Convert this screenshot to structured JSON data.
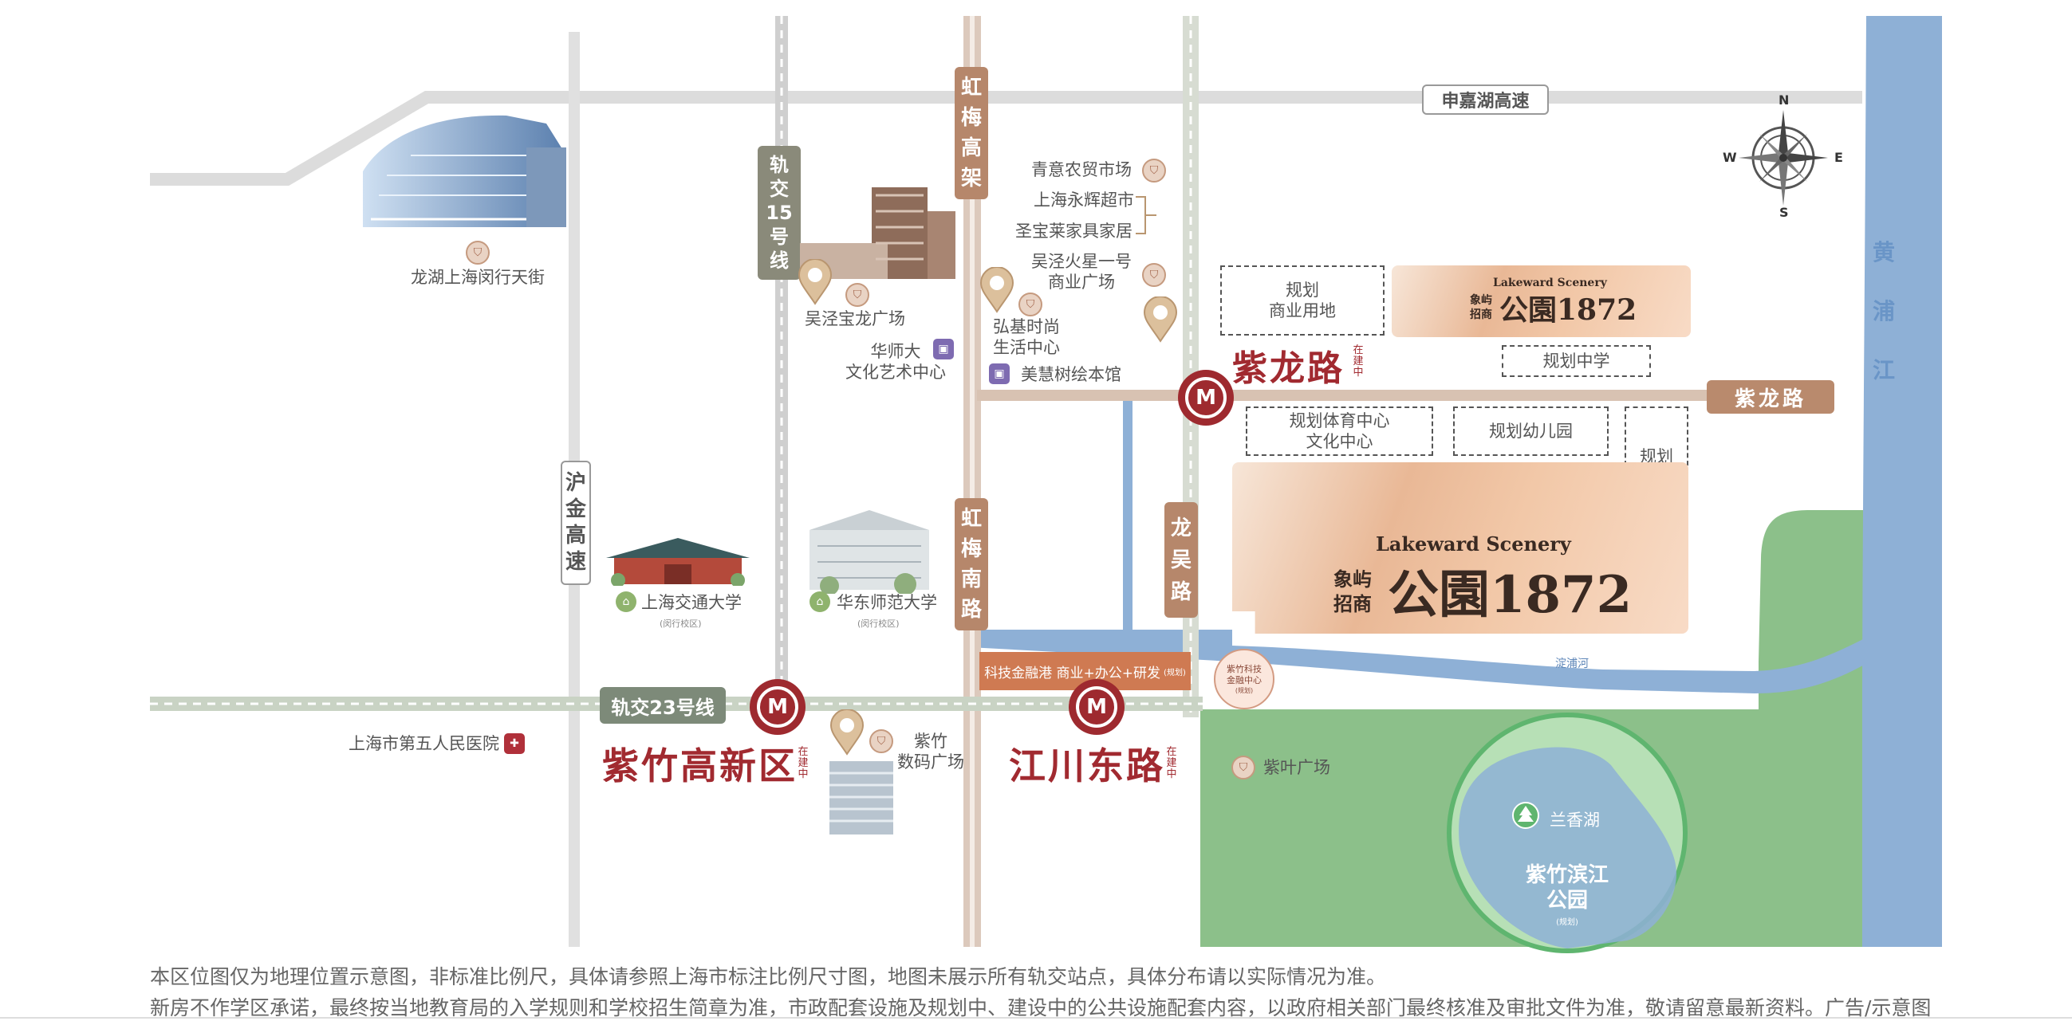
{
  "roads": {
    "shenjiahu": "申嘉湖高速",
    "hujin": [
      "沪",
      "金",
      "高",
      "速"
    ],
    "line15": [
      "轨",
      "交",
      "15",
      "号",
      "线"
    ],
    "hongmei_gaojia": [
      "虹",
      "梅",
      "高",
      "架"
    ],
    "hongmei_nan": [
      "虹",
      "梅",
      "南",
      "路"
    ],
    "longwu": [
      "龙",
      "吴",
      "路"
    ],
    "zilong": "紫龙路",
    "line23": "轨交23号线",
    "line23_note": "在建中",
    "huangpu": [
      "黄",
      "浦",
      "江"
    ],
    "canal": "淀浦河"
  },
  "pois": {
    "longhu": "龙湖上海闵行天街",
    "baolong": "吴泾宝龙广场",
    "huashida": "华师大\n文化艺术中心",
    "qingyi": "青意农贸市场",
    "yonghui": "上海永辉超市",
    "shengbaolai": "圣宝莱家具家居",
    "wujing_huoxing": "吴泾火星一号\n商业广场",
    "hongji": "弘基时尚\n生活中心",
    "meihui": "美慧树绘本馆",
    "sjtu": "上海交通大学",
    "sjtu_sub": "(闵行校区)",
    "ecnu": "华东师范大学",
    "ecnu_sub": "(闵行校区)",
    "hospital": "上海市第五人民医院",
    "zizhu_digital": "紫竹\n数码广场",
    "zizhu_keji": "紫竹科技\n金融中心",
    "zizhu_keji_sub": "(规划)",
    "keji_jinrong": "科技金融港 商业+办公+研发",
    "keji_jinrong_sub": "(规划)",
    "ziye": "紫叶广场",
    "lanxiang": "兰香湖",
    "binjiang": "紫竹滨江\n公园",
    "binjiang_sub": "(规划)"
  },
  "planning": {
    "commercial": "规划\n商业用地",
    "middle_school": "规划中学",
    "sports": "规划体育中心\n文化中心",
    "kindergarten": "规划幼儿园",
    "primary": "规划\n小学"
  },
  "stations": {
    "zilong": "紫龙路",
    "zizhu": "紫竹高新区",
    "jiangchuan": "江川东路",
    "note": "在建中"
  },
  "project": {
    "en": "Lakeward Scenery",
    "cn1": "象屿",
    "cn2": "招商",
    "name": "公園1872"
  },
  "compass": {
    "n": "N",
    "s": "S",
    "e": "E",
    "w": "W"
  },
  "footer": {
    "line1": "本区位图仅为地理位置示意图，非标准比例尺，具体请参照上海市标注比例尺寸图，地图未展示所有轨交站点，具体分布请以实际情况为准。",
    "line2": "新房不作学区承诺，最终按当地教育局的入学规则和学校招生简章为准，市政配套设施及规划中、建设中的公共设施配套内容，以政府相关部门最终核准及审批文件为准，敬请留意最新资料。广告/示意图"
  },
  "colors": {
    "metro_red": "#9e2a2f",
    "river_blue": "#8fb0d8",
    "park_green": "#8dc08a",
    "road_grey": "#dcdcdc",
    "hongmei_brown": "#c9aa94"
  }
}
